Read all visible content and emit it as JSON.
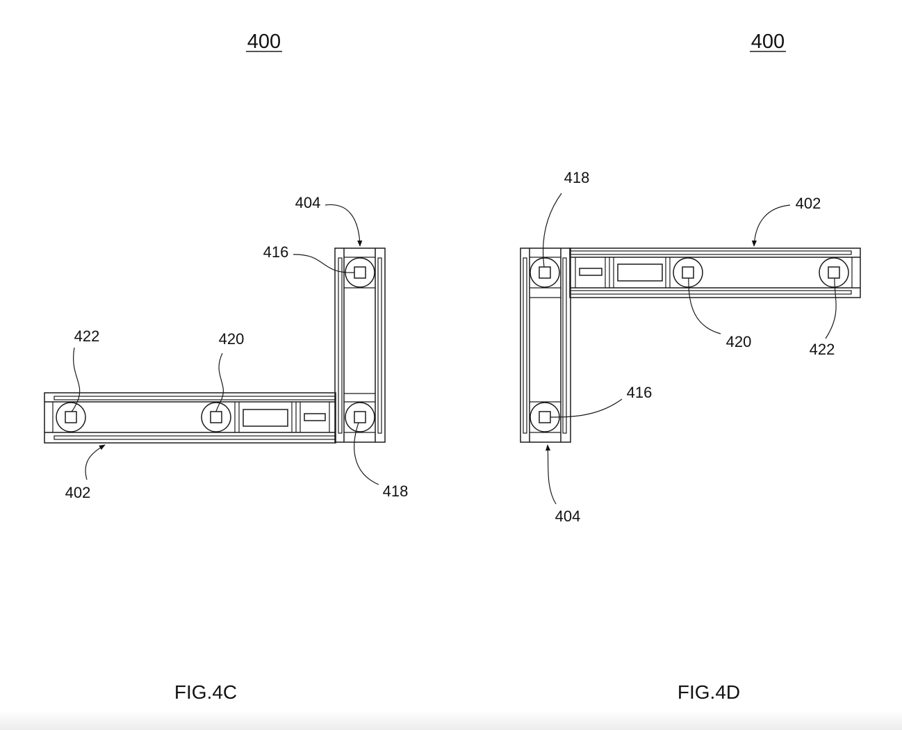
{
  "fig4c": {
    "title": "400",
    "caption": "FIG.4C",
    "labels": {
      "l404": "404",
      "l416": "416",
      "l422": "422",
      "l420": "420",
      "l402": "402",
      "l418": "418"
    }
  },
  "fig4d": {
    "title": "400",
    "caption": "FIG.4D",
    "labels": {
      "l418": "418",
      "l402": "402",
      "l420": "420",
      "l422": "422",
      "l416": "416",
      "l404": "404"
    }
  }
}
